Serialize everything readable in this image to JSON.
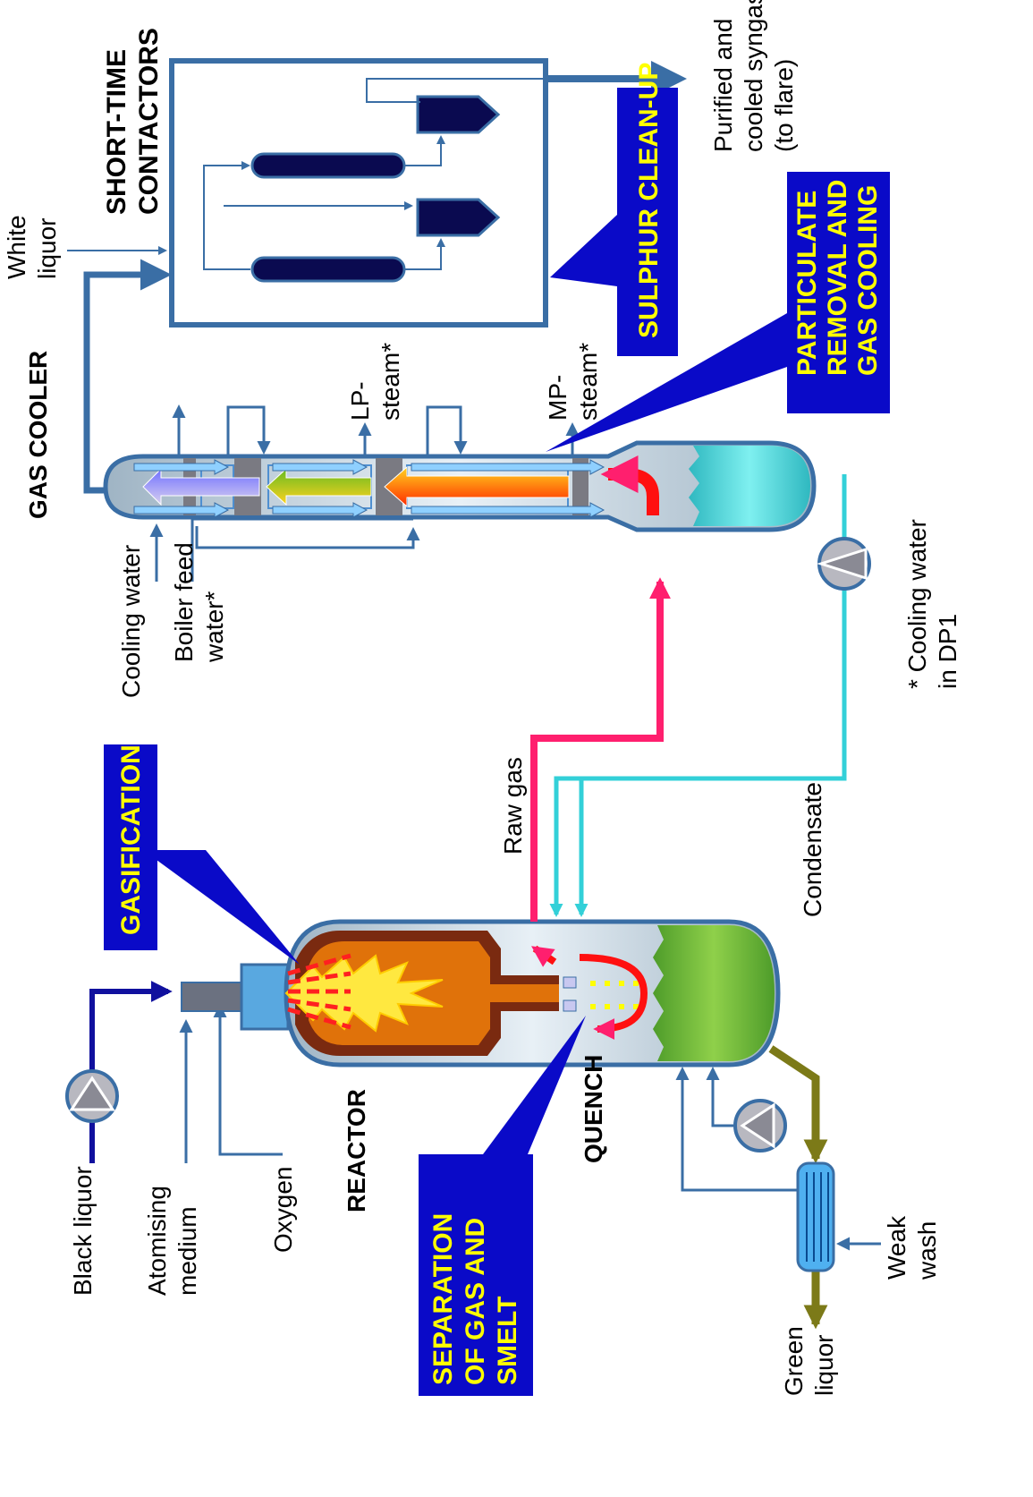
{
  "colors": {
    "pipe": "#3a6ea5",
    "dark_pipe": "#10109e",
    "raw_gas": "#ff1f6e",
    "condensate": "#33d0d8",
    "green_liquor": "#7c7a18",
    "callout_bg": "#0a0ac8",
    "callout_text": "#ffff00",
    "vessel_dark": "#0a0a50"
  },
  "icons": [
    "pump-icon",
    "heat-exchanger-icon",
    "flame-icon"
  ],
  "labels": {
    "black_liquor": "Black liquor",
    "atomising_medium": [
      "Atomising",
      "medium"
    ],
    "oxygen": "Oxygen",
    "reactor": "REACTOR",
    "quench": "QUENCH",
    "gasification": "GASIFICATION",
    "separation": [
      "SEPARATION",
      "OF GAS AND",
      "SMELT"
    ],
    "green_liquor": [
      "Green",
      "liquor"
    ],
    "weak_wash": [
      "Weak",
      "wash"
    ],
    "raw_gas": "Raw gas",
    "condensate": "Condensate",
    "cooling_water": "Cooling water",
    "boiler_feed_water": [
      "Boiler feed",
      "water*"
    ],
    "gas_cooler": "GAS COOLER",
    "lp_steam": [
      "LP-",
      "steam*"
    ],
    "mp_steam": [
      "MP-",
      "steam*"
    ],
    "particulate": [
      "PARTICULATE",
      "REMOVAL AND",
      "GAS COOLING"
    ],
    "cooling_water_dp1": [
      "* Cooling water",
      "in DP1"
    ],
    "white_liquor": [
      "White",
      "liquor"
    ],
    "short_time_contactors": [
      "SHORT-TIME",
      "CONTACTORS"
    ],
    "sulphur_cleanup": "SULPHUR CLEAN-UP",
    "purified_syngas": [
      "Purified and",
      "cooled syngas",
      "(to flare)"
    ]
  }
}
